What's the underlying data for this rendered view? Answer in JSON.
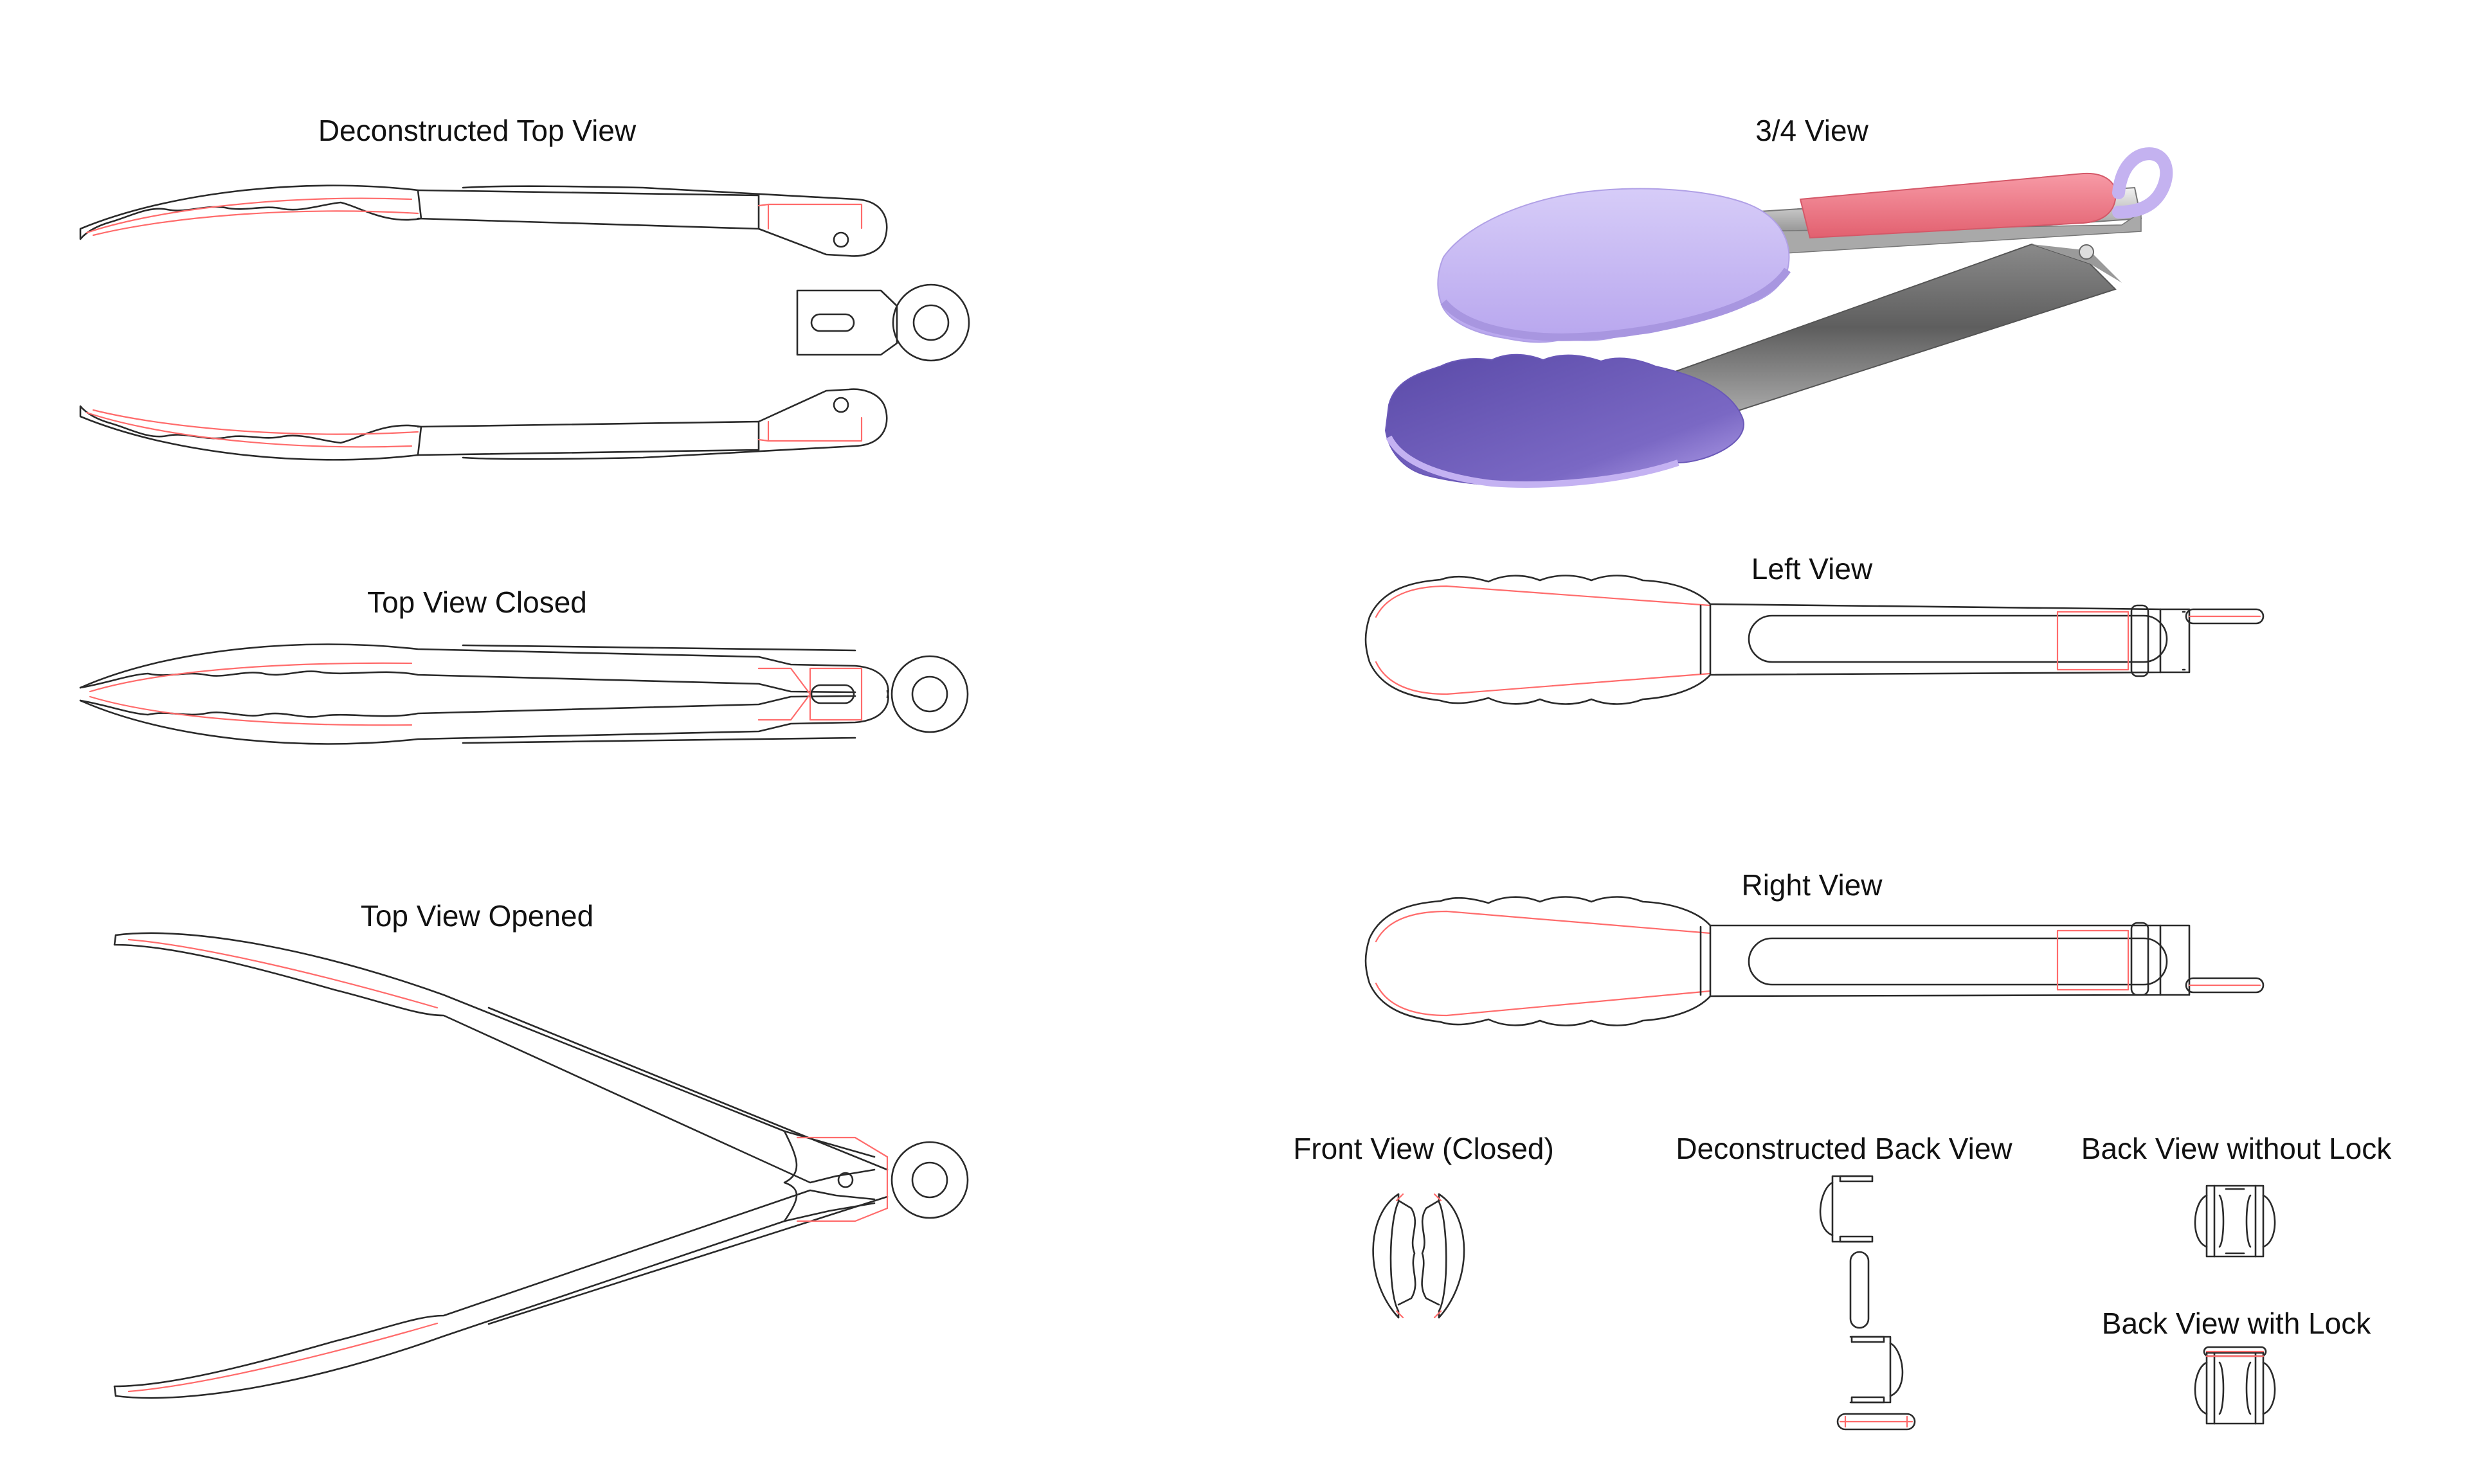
{
  "views": {
    "deconstructed_top": "Deconstructed Top View",
    "top_closed": "Top View Closed",
    "top_opened": "Top View Opened",
    "three_quarter": "3/4 View",
    "left": "Left View",
    "right": "Right View",
    "front_closed": "Front View (Closed)",
    "deconstructed_back": "Deconstructed Back View",
    "back_without_lock": "Back View without Lock",
    "back_with_lock": "Back View with Lock"
  },
  "colors": {
    "outline": "#2a2a2a",
    "hidden_line": "#ff6b6b",
    "silicone_head_light": "#c8b8f4",
    "silicone_head_dark": "#7060b8",
    "handle_grip": "#f07888",
    "steel": "#b8b8b8"
  }
}
